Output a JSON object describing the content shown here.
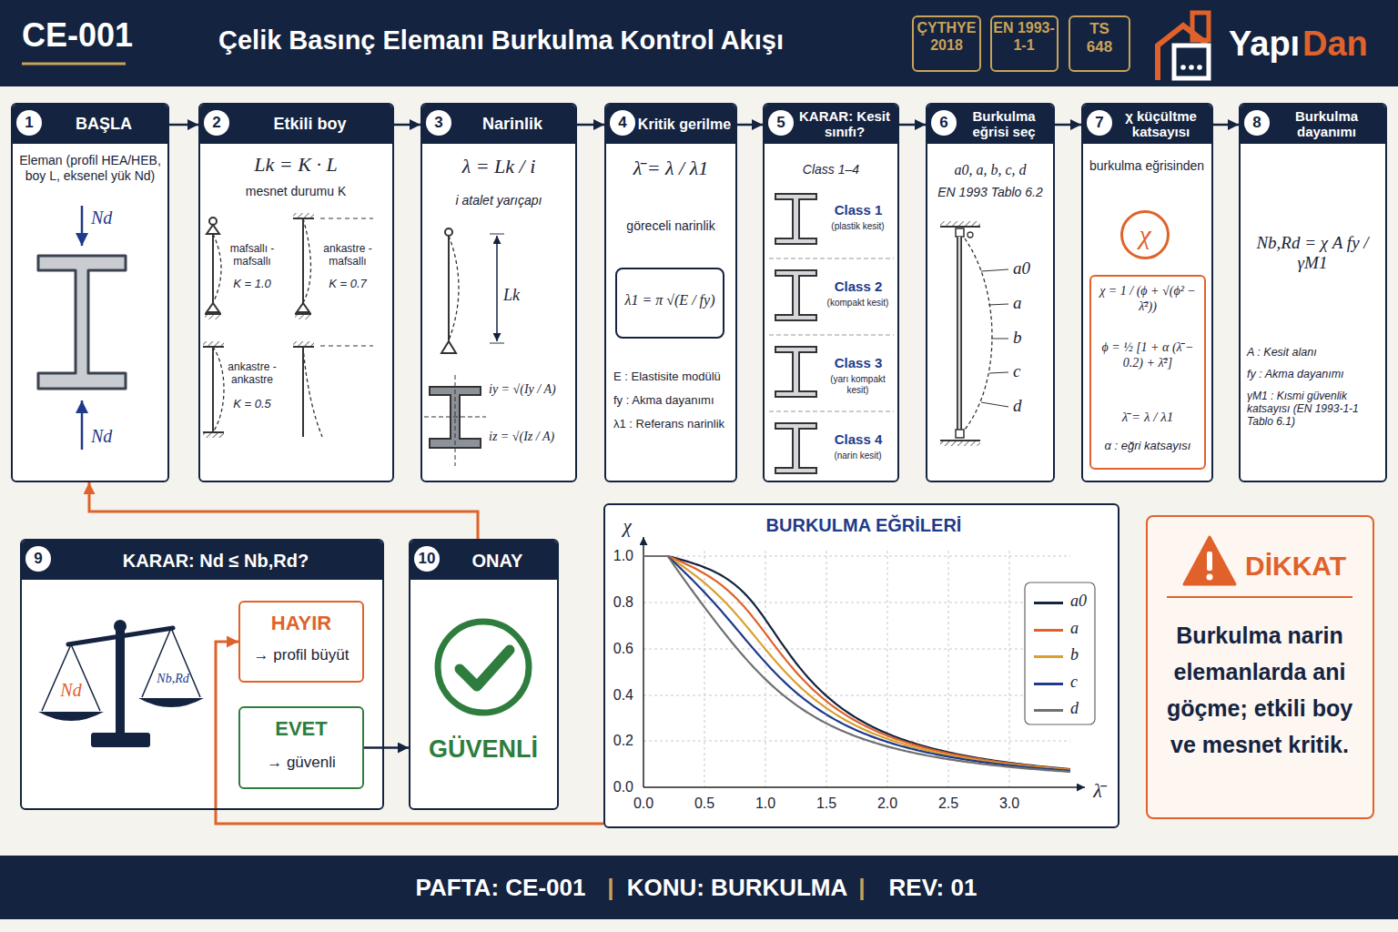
{
  "diagram": {
    "title": "Çelik Basınç Elemanı Burkulma Kontrol Akışı",
    "nodes": [
      {
        "text": [
          "CE-001",
          "Yapı",
          "Dan"
        ]
      },
      {
        "text": [
          "ÇYTHYE 2018"
        ],
        "in": 0
      },
      {
        "text": [
          "EN 1993-1-1"
        ],
        "in": 0
      },
      {
        "text": [
          "TS 648"
        ],
        "in": 0
      },
      {
        "text": [
          "1",
          "BAŞLA",
          "Eleman (profil HEA/HEB, boy L, eksenel yük Nd)",
          "Nd",
          "Nd"
        ]
      },
      {
        "text": [
          "2",
          "Etkili boy",
          "Lk = K · L",
          "mesnet durumu K",
          "mafsallı - mafsallı",
          "K = 1.0",
          "ankastre - mafsallı",
          "K = 0.7",
          "ankastre - ankastre",
          "K = 0.5"
        ]
      },
      {
        "text": [
          "3",
          "Narinlik",
          "λ = Lk / i",
          "i atalet yarıçapı",
          "Lk",
          "iy = √(Iy / A)",
          "iz = √(Iz / A)"
        ]
      },
      {
        "text": [
          "4",
          "Kritik gerilme",
          "λ̄ = λ / λ1",
          "göreceli narinlik",
          "E : Elastisite modülü",
          "fy : Akma dayanımı",
          "λ1 : Referans narinlik"
        ]
      },
      {
        "text": [
          "λ1 = π √(E / fy)"
        ],
        "in": 7
      },
      {
        "text": [
          "5",
          "KARAR: Kesit sınıfı?",
          "Class 1–4",
          "Class 1",
          "(plastik kesit)",
          "Class 2",
          "(kompakt kesit)",
          "Class 3",
          "(yarı kompakt kesit)",
          "Class 4",
          "(narin kesit)"
        ]
      },
      {
        "text": [
          "6",
          "Burkulma eğrisi seç",
          "a0, a, b, c, d",
          "EN 1993 Tablo 6.2",
          "a0",
          "a",
          "b",
          "c",
          "d"
        ]
      },
      {
        "text": [
          "7",
          "χ küçültme katsayısı",
          "burkulma eğrisinden"
        ]
      },
      {
        "text": [
          "χ"
        ],
        "in": 11
      },
      {
        "text": [
          "χ = 1 / (ϕ + √(ϕ² − λ̄²))",
          "ϕ = ½ [1 + α (λ̄ − 0.2) + λ̄²]",
          "λ̄ = λ / λ1",
          "α : eğri katsayısı"
        ],
        "in": 11
      },
      {
        "text": [
          "8",
          "Burkulma dayanımı",
          "Nb,Rd = χ A fy / γM1",
          "A : Kesit alanı",
          "fy : Akma dayanımı",
          "γM1 : Kısmi güvenlik katsayısı (EN 1993-1-1 Tablo 6.1)"
        ]
      },
      {
        "text": [
          "9",
          "KARAR: Nd ≤ Nb,Rd?",
          "Nd",
          "Nb,Rd"
        ]
      },
      {
        "text": [
          "HAYIR",
          "→ profil büyüt"
        ],
        "in": 15
      },
      {
        "text": [
          "EVET",
          "→ güvenli"
        ],
        "in": 15
      },
      {
        "text": [
          "10",
          "ONAY",
          "GÜVENLİ"
        ]
      },
      {
        "text": [
          "BURKULMA EĞRİLERİ",
          "χ",
          "1.0",
          "0.8",
          "0.6",
          "0.4",
          "0.2",
          "0.0",
          "0.0",
          "0.5",
          "1.0",
          "1.5",
          "2.0",
          "2.5",
          "3.0",
          "λ̄"
        ]
      },
      {
        "text": [
          "DİKKAT",
          "Burkulma narin elemanlarda ani göçme; etkili boy ve mesnet kritik."
        ]
      },
      {
        "text": [
          "PAFTA: CE-001",
          "|",
          "KONU: BURKULMA",
          "|",
          "REV: 01"
        ]
      }
    ],
    "edges": [
      {
        "from": 4,
        "to": 5,
        "arrow": "to"
      },
      {
        "from": 5,
        "to": 6,
        "arrow": "to"
      },
      {
        "from": 6,
        "to": 7,
        "arrow": "to"
      },
      {
        "from": 7,
        "to": 9,
        "arrow": "to"
      },
      {
        "from": 9,
        "to": 10,
        "arrow": "to"
      },
      {
        "from": 10,
        "to": 11,
        "arrow": "to"
      },
      {
        "from": 11,
        "to": 14,
        "arrow": "to"
      },
      {
        "from": 17,
        "to": 18,
        "arrow": "to"
      },
      {
        "from": 18,
        "to": 4,
        "arrow": "to"
      },
      {
        "from": 19,
        "to": 16,
        "arrow": "to"
      }
    ],
    "legend": [
      {
        "text": "a0",
        "color": "#14233f"
      },
      {
        "text": "a",
        "color": "#e0622a"
      },
      {
        "text": "b",
        "color": "#d9a030"
      },
      {
        "text": "c",
        "color": "#1f3a8a"
      },
      {
        "text": "d",
        "color": "#707070"
      }
    ]
  }
}
